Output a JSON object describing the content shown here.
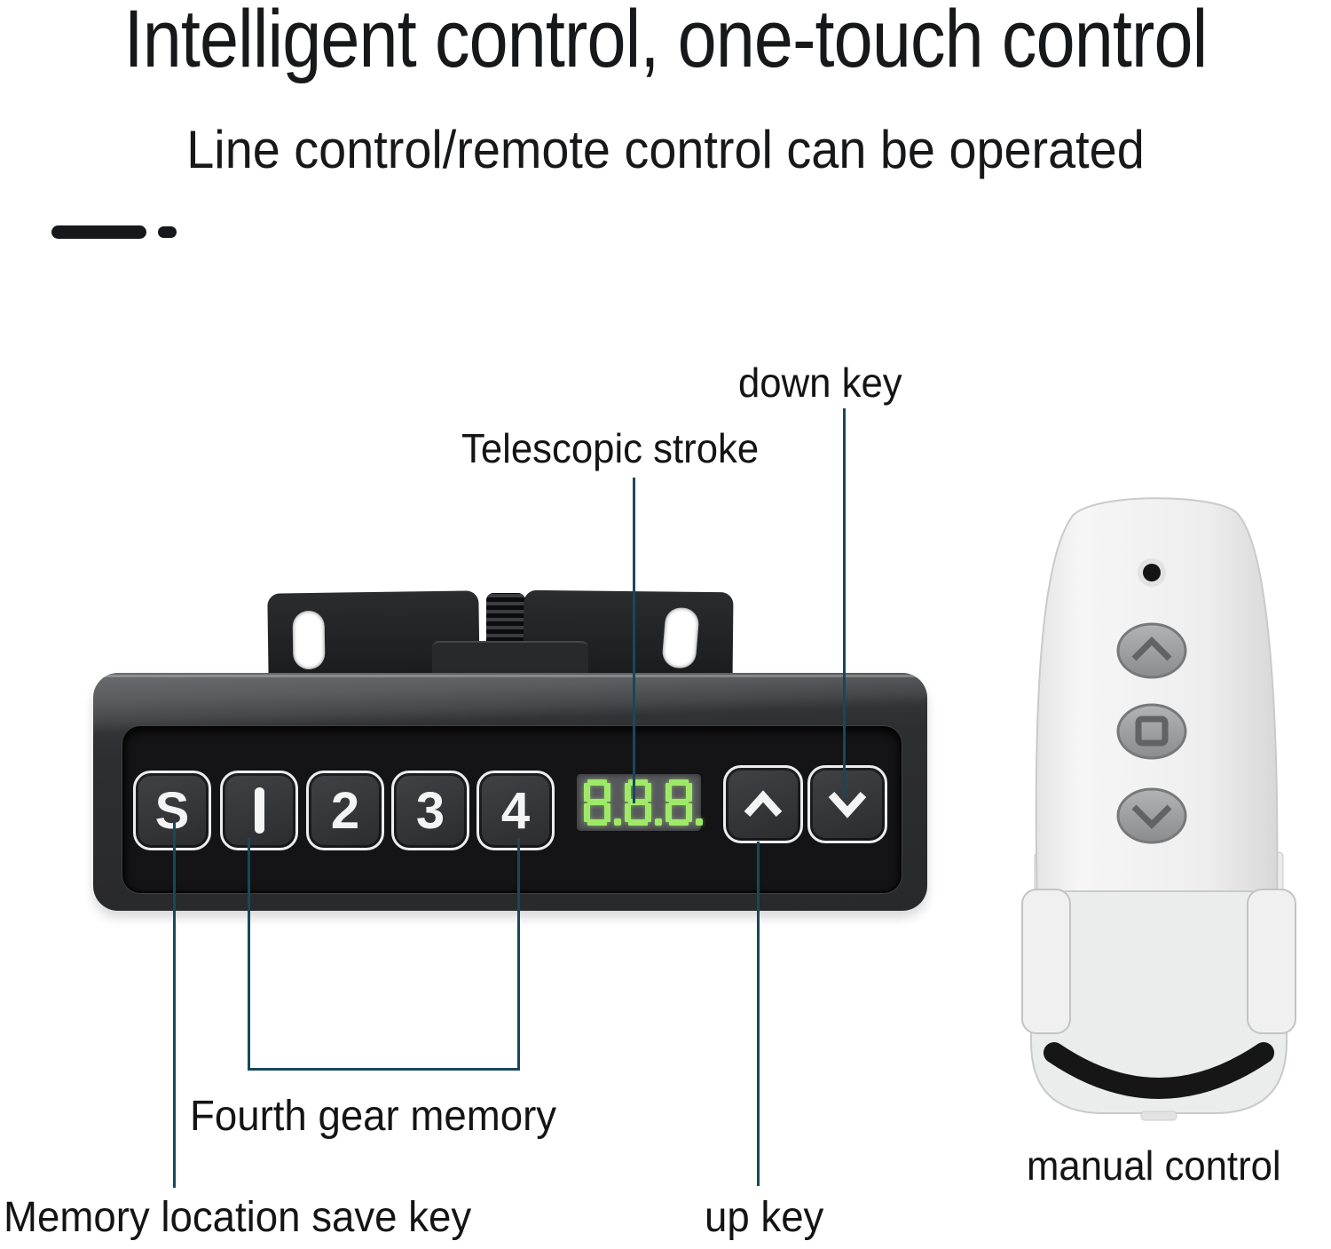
{
  "header": {
    "title": "Intelligent control, one-touch control",
    "subtitle": "Line control/remote control can be operated"
  },
  "callouts": {
    "down_key": "down key",
    "telescopic": "Telescopic stroke",
    "fourth_gear": "Fourth gear memory",
    "memory_save": "Memory location save key",
    "up_key": "up key"
  },
  "controller": {
    "buttons": [
      {
        "id": "save",
        "label": "S"
      },
      {
        "id": "preset-1",
        "label": "1"
      },
      {
        "id": "preset-2",
        "label": "2"
      },
      {
        "id": "preset-3",
        "label": "3"
      },
      {
        "id": "preset-4",
        "label": "4"
      }
    ],
    "up_button": "chevron-up",
    "down_button": "chevron-down",
    "display": {
      "value": "8.8.8.",
      "color": "#9fe969"
    }
  },
  "remote": {
    "label": "manual control",
    "buttons": [
      "up",
      "stop",
      "down"
    ]
  },
  "colors": {
    "callout_line": "#17485c",
    "display_green": "#9fe969",
    "panel_black": "#141416",
    "body_gray": "#2d2e30",
    "remote_body": "#efefef"
  }
}
